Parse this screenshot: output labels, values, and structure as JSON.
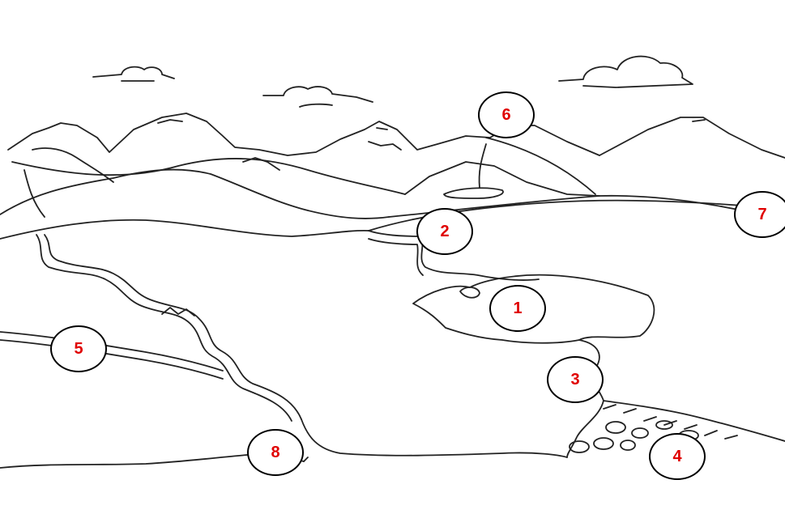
{
  "markers": [
    {
      "id": "1",
      "label": "1"
    },
    {
      "id": "2",
      "label": "2"
    },
    {
      "id": "3",
      "label": "3"
    },
    {
      "id": "4",
      "label": "4"
    },
    {
      "id": "5",
      "label": "5"
    },
    {
      "id": "6",
      "label": "6"
    },
    {
      "id": "7",
      "label": "7"
    },
    {
      "id": "8",
      "label": "8"
    }
  ],
  "colors": {
    "marker_text": "#e00000",
    "line": "#222222"
  }
}
